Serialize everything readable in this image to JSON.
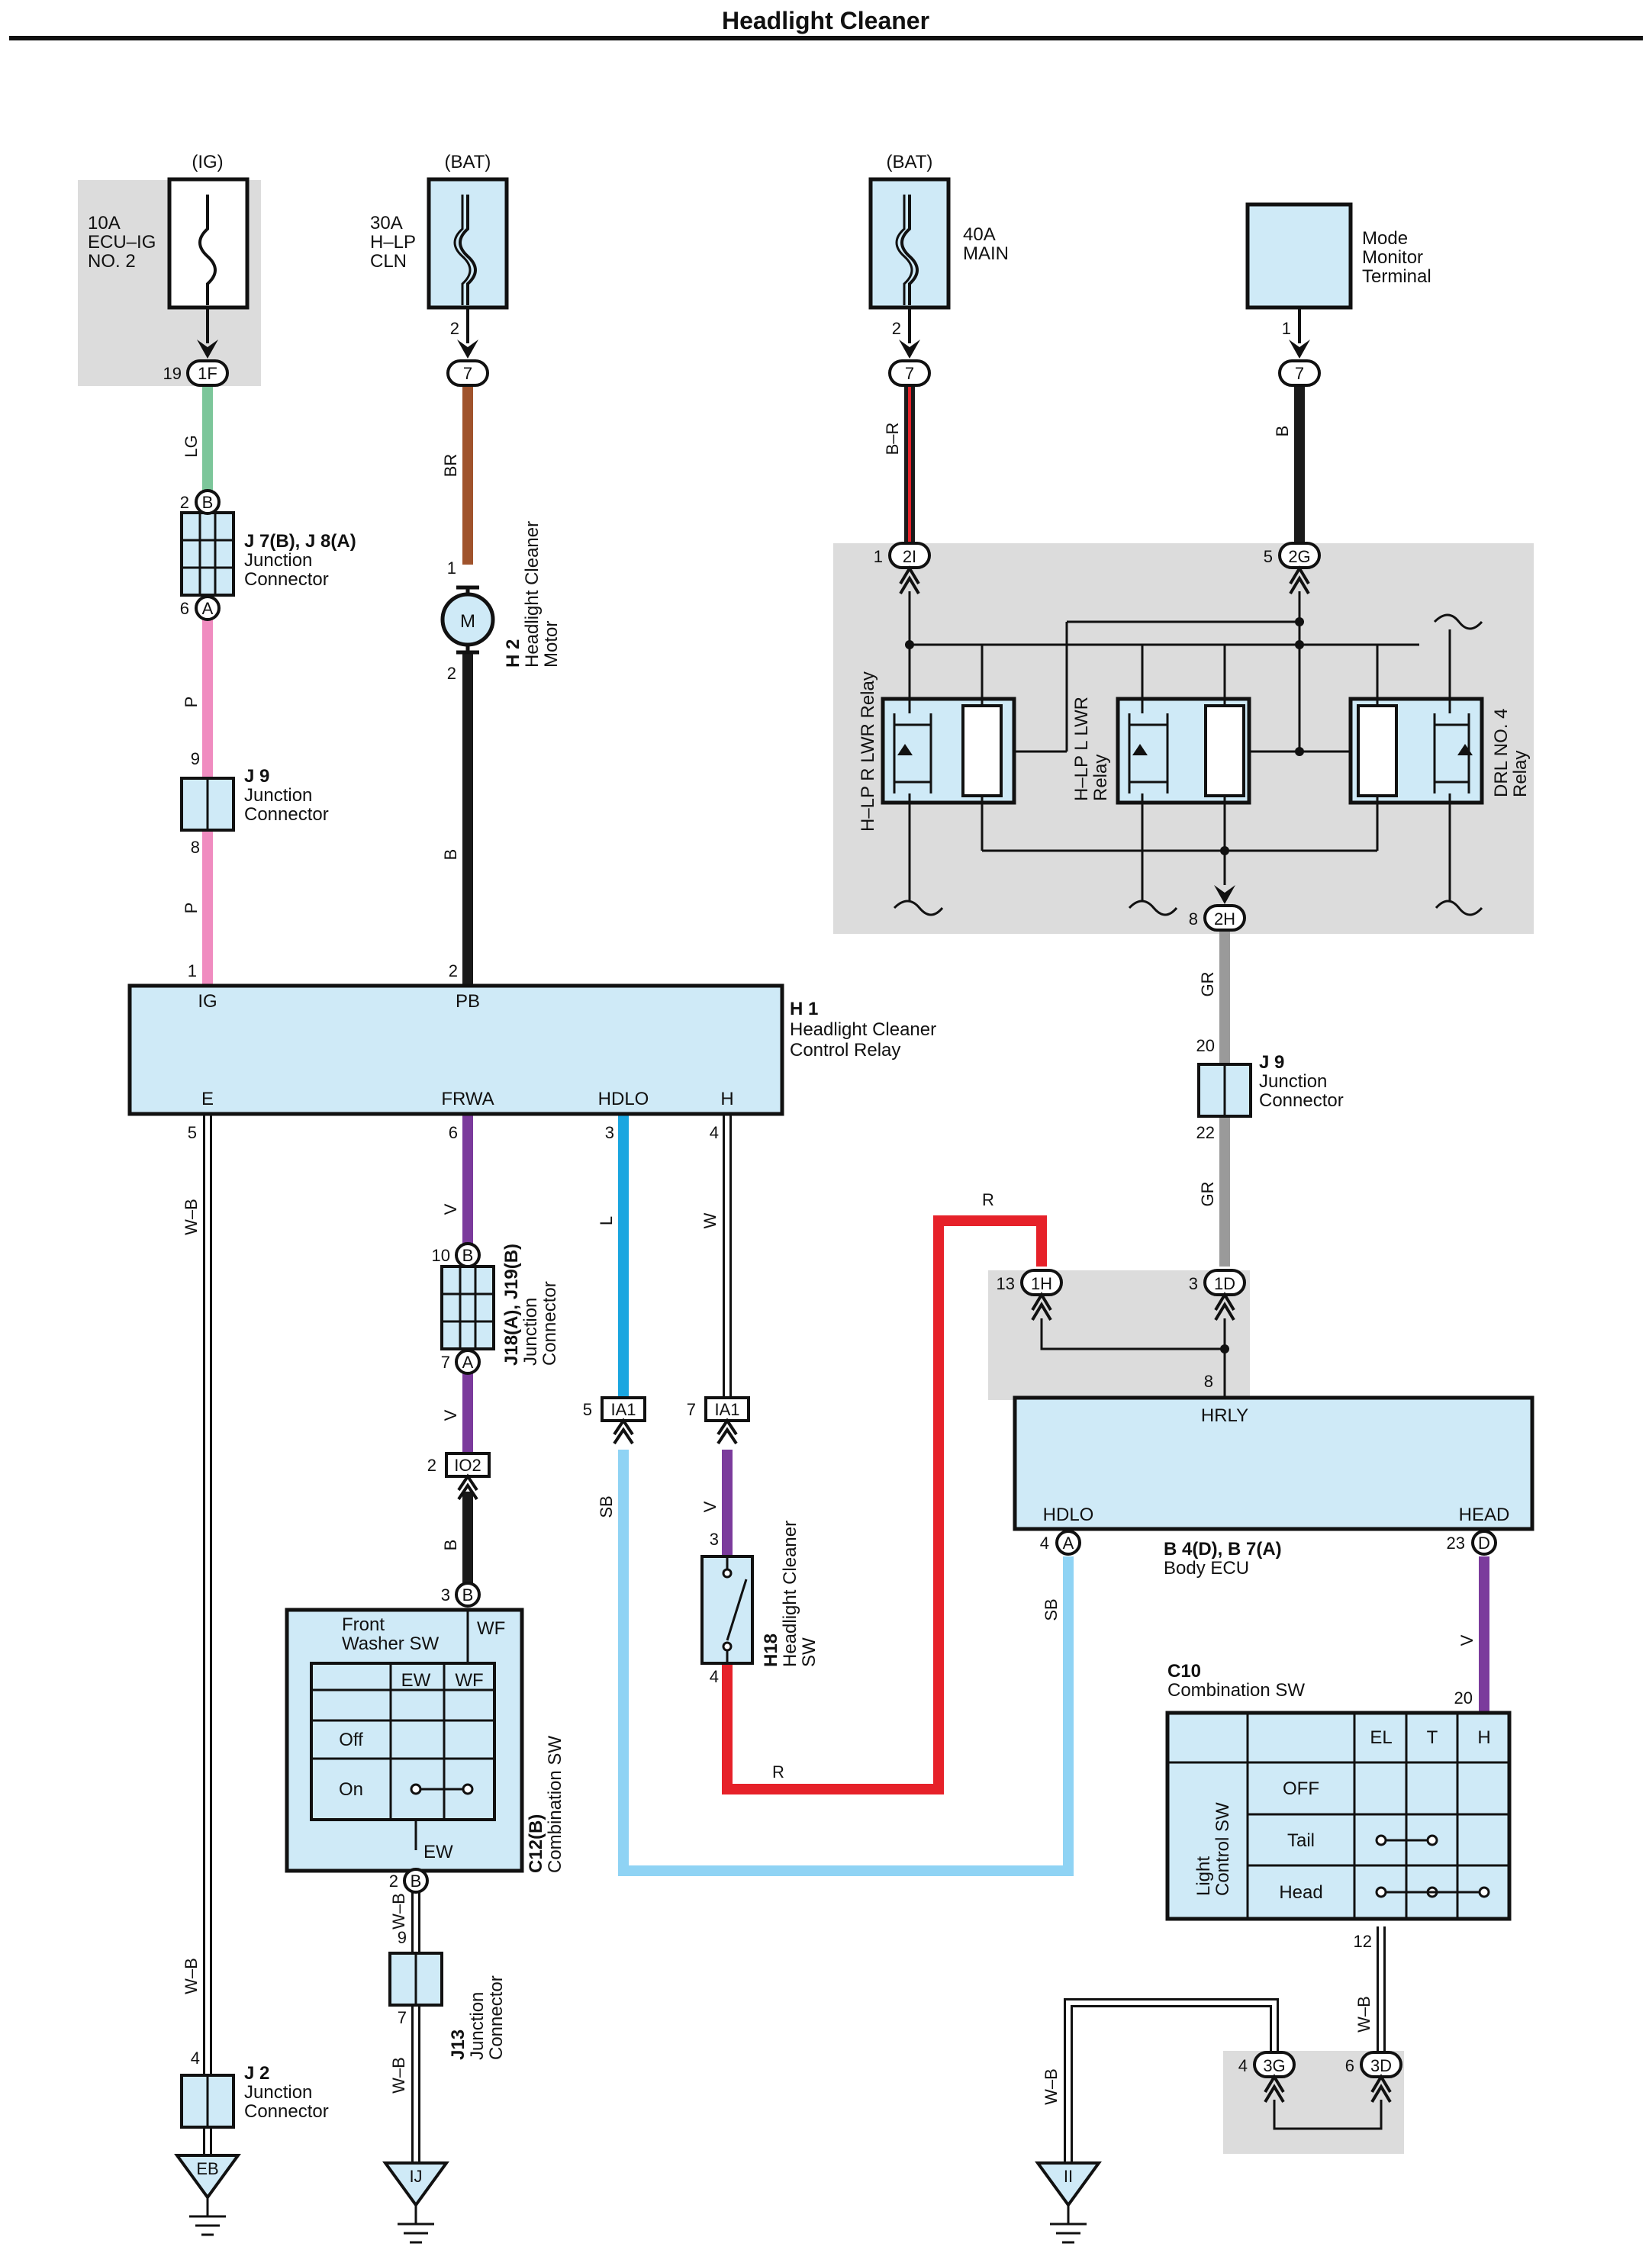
{
  "title": "Headlight Cleaner",
  "sources": {
    "ig": "(IG)",
    "bat1": "(BAT)",
    "bat2": "(BAT)"
  },
  "fuses": {
    "ecu_ig": [
      "10A",
      "ECU–IG",
      "NO. 2"
    ],
    "hlp_cln": [
      "30A",
      "H–LP",
      "CLN"
    ],
    "main": [
      "40A",
      "MAIN"
    ]
  },
  "mode_monitor": [
    "Mode",
    "Monitor",
    "Terminal"
  ],
  "pins": {
    "p19": "19",
    "c1F": "1F",
    "p2a": "2",
    "c7a": "7",
    "p2b": "2",
    "c7b": "7",
    "p1m": "1",
    "c7c": "7",
    "p2B": "2",
    "cB": "B",
    "p6A": "6",
    "cA": "A",
    "p9": "9",
    "p8": "8",
    "p1": "1",
    "p2": "2",
    "p1mot": "1",
    "p2mot": "2",
    "p1_2I": "1",
    "c2I": "2I",
    "p5_2G": "5",
    "c2G": "2G",
    "p8_2H": "8",
    "c2H": "2H",
    "p20": "20",
    "p22": "22",
    "p5": "5",
    "p6": "6",
    "p3": "3",
    "p4": "4",
    "p10": "10",
    "cB10": "B",
    "p7": "7",
    "cA7": "A",
    "p2io": "2",
    "cIO2": "IO2",
    "p3B": "3",
    "cB3": "B",
    "p2B2": "2",
    "cB2": "B",
    "p9j13": "9",
    "p7j13": "7",
    "p4j2": "4",
    "p5ia": "5",
    "cIA1a": "IA1",
    "p7ia": "7",
    "cIA1b": "IA1",
    "p3sw": "3",
    "p4sw": "4",
    "p13": "13",
    "c1H": "1H",
    "p3_1D": "3",
    "c1D": "1D",
    "p8hr": "8",
    "p4A": "4",
    "cA4": "A",
    "p23": "23",
    "cD23": "D",
    "p20c": "20",
    "p12": "12",
    "p4_3G": "4",
    "c3G": "3G",
    "p6_3D": "6",
    "c3D": "3D"
  },
  "wires": {
    "lg": "LG",
    "br": "BR",
    "br_red": "B–R",
    "b_mode": "B",
    "p1": "P",
    "p2": "P",
    "b_motor": "B",
    "wb1": "W–B",
    "v1": "V",
    "v2": "V",
    "b3": "B",
    "l": "L",
    "w": "W",
    "sb1": "SB",
    "v3": "V",
    "r_top": "R",
    "r_bot": "R",
    "gr1": "GR",
    "gr2": "GR",
    "wb2": "W–B",
    "wb3": "W–B",
    "wb_left": "W–B",
    "sb2": "SB",
    "v_ecu": "V",
    "wb4": "W–B",
    "wb5": "W–B"
  },
  "components": {
    "j7j8": {
      "id": "J 7(B), J 8(A)",
      "desc": [
        "Junction",
        "Connector"
      ]
    },
    "j9a": {
      "id": "J 9",
      "desc": [
        "Junction",
        "Connector"
      ]
    },
    "h2": {
      "id": "H 2",
      "desc": [
        "Headlight Cleaner",
        "Motor"
      ]
    },
    "motor_symbol": "M",
    "h1": {
      "id": "H 1",
      "desc": [
        "Headlight Cleaner",
        "Control Relay"
      ],
      "terms": {
        "ig": "IG",
        "pb": "PB",
        "e": "E",
        "frwa": "FRWA",
        "hdlo": "HDLO",
        "h": "H"
      }
    },
    "j18j19": {
      "id": "J18(A), J19(B)",
      "desc": [
        "Junction",
        "Connector"
      ]
    },
    "relays": {
      "hlp_r": "H–LP R LWR Relay",
      "hlp_l": [
        "H–LP L LWR",
        "Relay"
      ],
      "drl": [
        "DRL NO. 4",
        "Relay"
      ]
    },
    "j9b": {
      "id": "J 9",
      "desc": [
        "Junction",
        "Connector"
      ]
    },
    "front_washer": {
      "title": [
        "Front",
        "Washer SW"
      ],
      "wf": "WF",
      "ew": "EW",
      "cols": [
        "EW",
        "WF"
      ],
      "rows": [
        "Off",
        "On"
      ]
    },
    "c12": {
      "id": "C12(B)",
      "desc": "Combination SW"
    },
    "h18": {
      "id": "H18",
      "desc": [
        "Headlight Cleaner",
        "SW"
      ]
    },
    "body_ecu": {
      "id": "B 4(D), B 7(A)",
      "desc": "Body ECU",
      "terms": {
        "hrly": "HRLY",
        "hdlo": "HDLO",
        "head": "HEAD"
      }
    },
    "c10": {
      "id": "C10",
      "desc": "Combination SW",
      "cols": [
        "EL",
        "T",
        "H"
      ],
      "rows": [
        "OFF",
        "Tail",
        "Head"
      ],
      "side": [
        "Light",
        "Control SW"
      ]
    },
    "j13": {
      "id": "J13",
      "desc": [
        "Junction",
        "Connector"
      ]
    },
    "j2": {
      "id": "J 2",
      "desc": [
        "Junction",
        "Connector"
      ]
    }
  },
  "grounds": {
    "eb": "EB",
    "ij": "IJ",
    "ii": "II"
  },
  "colors": {
    "lg": "#7cc69a",
    "br": "#a0532c",
    "p": "#f08cc0",
    "b": "#1a1a1a",
    "v": "#7b3b9c",
    "l": "#1aa6e0",
    "sb": "#8fd3f4",
    "r": "#e62129",
    "gr": "#9a9a9a",
    "fill": "#cfeaf7",
    "shade": "#dcdcdc"
  }
}
